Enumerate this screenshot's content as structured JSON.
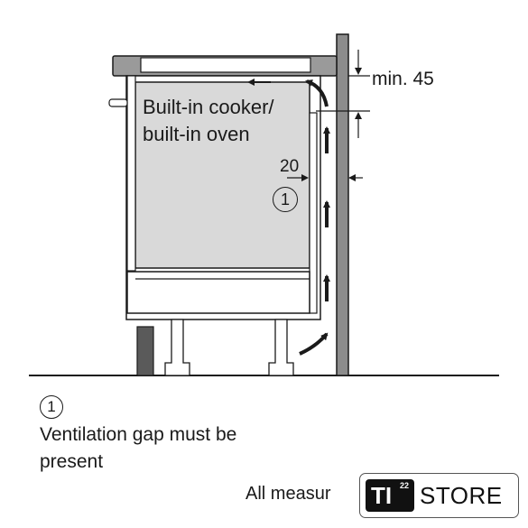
{
  "diagram": {
    "cooker_label_line1": "Built-in cooker/",
    "cooker_label_line2": "built-in oven",
    "dim_top": "min. 45",
    "dim_gap": "20",
    "callout_number": "1"
  },
  "legend": {
    "number": "1",
    "text": "Ventilation gap must be present"
  },
  "footer": {
    "text": "All measur"
  },
  "store_badge": {
    "logo_text": "TI",
    "logo_superscript": "22",
    "name": "STORE"
  },
  "colors": {
    "line": "#1a1a1a",
    "cabinet_fill": "#d9d9d9",
    "wall_fill": "#8c8c8c",
    "plinth_fill": "#5a5a5a"
  }
}
